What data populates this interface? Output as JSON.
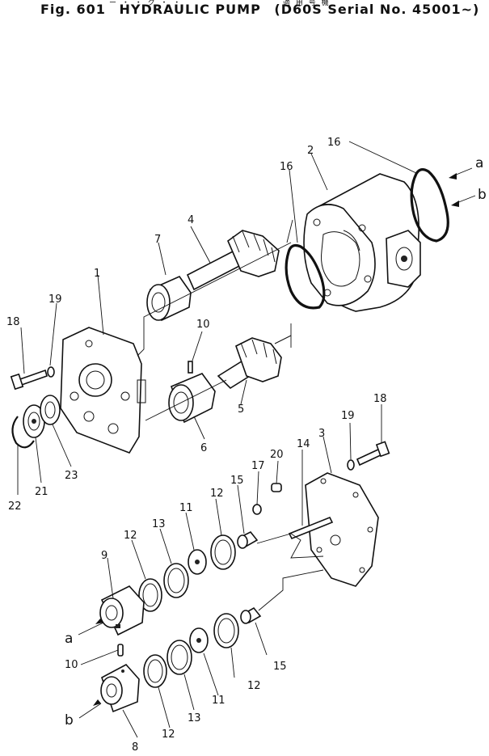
{
  "title": {
    "fig": "Fig. 601",
    "name": "HYDRAULIC PUMP",
    "serial": "(D60S Serial No. 45001~)",
    "jp_fragment_left": "ー ・ ・ ク ・ ・",
    "jp_fragment_right": "適 用 号 機"
  },
  "callouts": {
    "p1": "1",
    "p2": "2",
    "p3": "3",
    "p4": "4",
    "p5": "5",
    "p6": "6",
    "p7": "7",
    "p8": "8",
    "p9": "9",
    "p10a": "10",
    "p10b": "10",
    "p11a": "11",
    "p11b": "11",
    "p12a": "12",
    "p12b": "12",
    "p12c": "12",
    "p12d": "12",
    "p13a": "13",
    "p13b": "13",
    "p14": "14",
    "p15a": "15",
    "p15b": "15",
    "p16a": "16",
    "p16b": "16",
    "p17": "17",
    "p18a": "18",
    "p18b": "18",
    "p19a": "19",
    "p19b": "19",
    "p20": "20",
    "p21": "21",
    "p22": "22",
    "p23": "23",
    "ref_a_top": "a",
    "ref_b_top": "b",
    "ref_a_bottom": "a",
    "ref_b_bottom": "b"
  }
}
